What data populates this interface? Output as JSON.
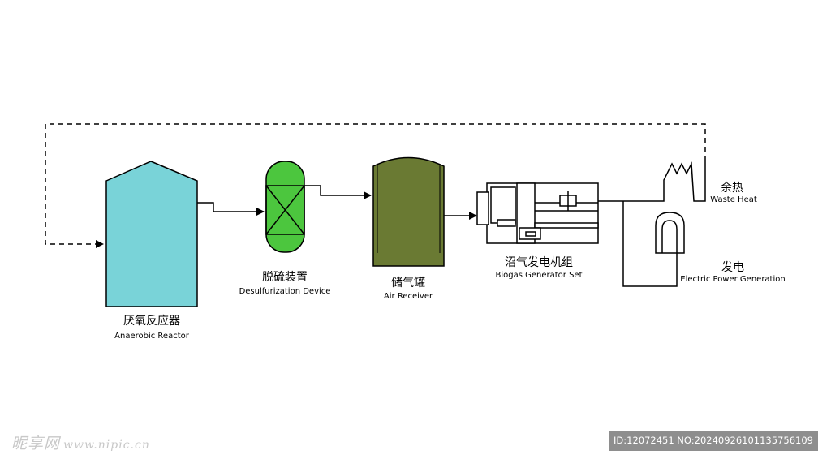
{
  "nodes": {
    "reactor": {
      "cn": "厌氧反应器",
      "en": "Anaerobic Reactor",
      "color": "#79d3d8"
    },
    "desulfurizer": {
      "cn": "脱硫装置",
      "en": "Desulfurization Device",
      "color": "#4cc63e"
    },
    "receiver": {
      "cn": "储气罐",
      "en": "Air Receiver",
      "color": "#6a7a33"
    },
    "generator": {
      "cn": "沼气发电机组",
      "en": "Biogas Generator Set"
    },
    "waste_heat": {
      "cn": "余热",
      "en": "Waste Heat"
    },
    "electric": {
      "cn": "发电",
      "en": "Electric Power Generation"
    }
  },
  "watermark": {
    "brand": "昵享网",
    "url": "www.nipic.cn"
  },
  "id_bar": {
    "text": "ID:12072451 NO:20240926101135756109"
  }
}
